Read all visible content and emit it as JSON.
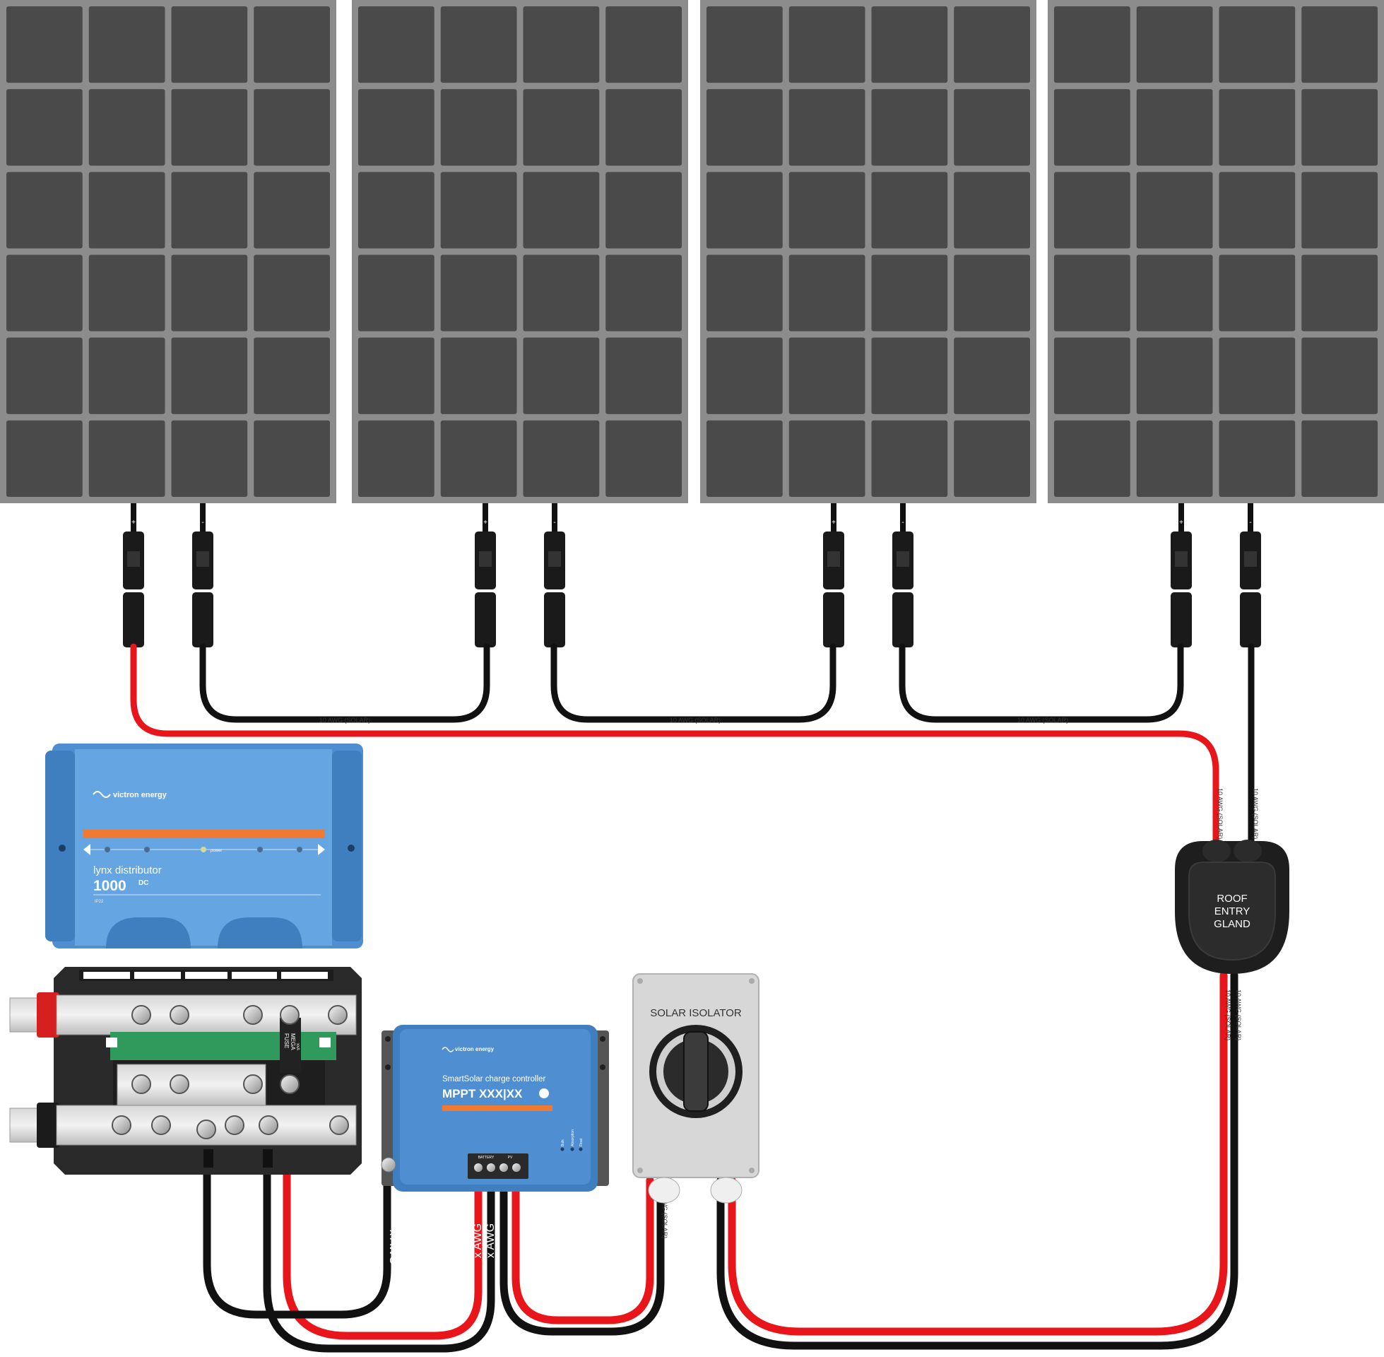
{
  "colors": {
    "panel_frame": "#8c8c8c",
    "panel_cell": "#4a4a4a",
    "cable_red": "#e8161b",
    "cable_black": "#111111",
    "victron_blue": "#4f8fd1",
    "victron_blue_light": "#65a6e2",
    "victron_orange": "#f07a32",
    "bus_green": "#2f9a5c"
  },
  "panels": [
    {
      "name": "solar-panel-1",
      "plus_label": "+",
      "minus_label": "-"
    },
    {
      "name": "solar-panel-2",
      "plus_label": "+",
      "minus_label": "-"
    },
    {
      "name": "solar-panel-3",
      "plus_label": "+",
      "minus_label": "-"
    },
    {
      "name": "solar-panel-4",
      "plus_label": "+",
      "minus_label": "-"
    }
  ],
  "cable_labels": {
    "series_1": "10 AWG (SOLAR)",
    "series_2": "10 AWG (SOLAR)",
    "series_3": "10 AWG (SOLAR)",
    "roof_pos_in": "10 AWG (SOLAR)",
    "roof_neg_in": "10 AWG (SOLAR)",
    "roof_pos_out": "10 AWG (SOLAR)",
    "roof_neg_out": "10 AWG (SOLAR)",
    "isolator_out": "10 AWG (SOLAR)",
    "battery_cable_1": "x AWG",
    "battery_cable_2": "x AWG",
    "battery_cable_3": "x AWG"
  },
  "roof_gland": {
    "line1": "ROOF",
    "line2": "ENTRY",
    "line3": "GLAND"
  },
  "lynx": {
    "brand": "victron energy",
    "product_line1": "lynx distributor",
    "product_model": "1000",
    "product_suffix": "DC",
    "power_label": "power",
    "ip_label": "IP22"
  },
  "fuse": {
    "label1": "MEGA",
    "label2": "FUSE",
    "label3": "xxA"
  },
  "mppt": {
    "brand": "victron energy",
    "product_line1": "SmartSolar charge controller",
    "product_model": "MPPT XXX|XX",
    "terminal_battery": "BATTERY",
    "terminal_pv": "PV",
    "led_bulk": "Bulk",
    "led_absorption": "Absorption",
    "led_float": "Float"
  },
  "isolator": {
    "title": "SOLAR ISOLATOR"
  }
}
